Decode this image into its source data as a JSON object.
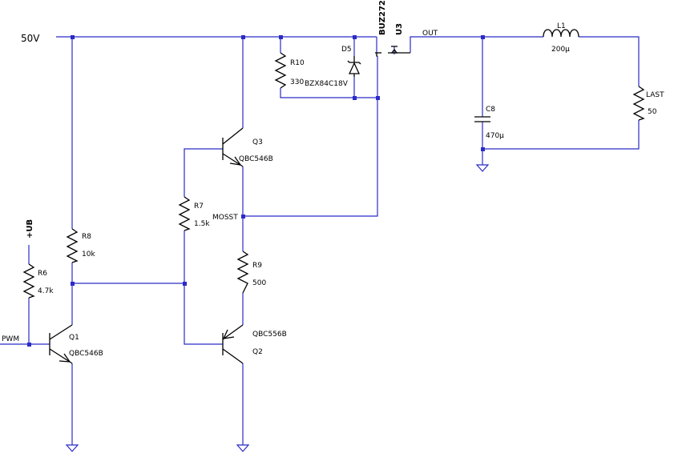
{
  "nets": {
    "supply": "50V",
    "out": "OUT",
    "ub": "+UB",
    "pwm": "PWM",
    "mosst": "MOSST"
  },
  "components": {
    "r10": {
      "ref": "R10",
      "value": "330"
    },
    "d5": {
      "ref": "D5",
      "value": "BZX84C18V"
    },
    "u3": {
      "ref": "U3",
      "value": "BUZ272"
    },
    "l1": {
      "ref": "L1",
      "value": "200µ"
    },
    "c8": {
      "ref": "C8",
      "value": "470µ"
    },
    "last": {
      "ref": "LAST",
      "value": "50"
    },
    "q3": {
      "ref": "Q3",
      "value": "QBC546B"
    },
    "r7": {
      "ref": "R7",
      "value": "1.5k"
    },
    "r8": {
      "ref": "R8",
      "value": "10k"
    },
    "r6": {
      "ref": "R6",
      "value": "4.7k"
    },
    "r9": {
      "ref": "R9",
      "value": "500"
    },
    "q2": {
      "ref": "Q2",
      "value": "QBC556B"
    },
    "q1": {
      "ref": "Q1",
      "value": "QBC546B"
    }
  },
  "colors": {
    "wire": "#2b2bc8",
    "component": "#000000",
    "background": "#ffffff"
  }
}
